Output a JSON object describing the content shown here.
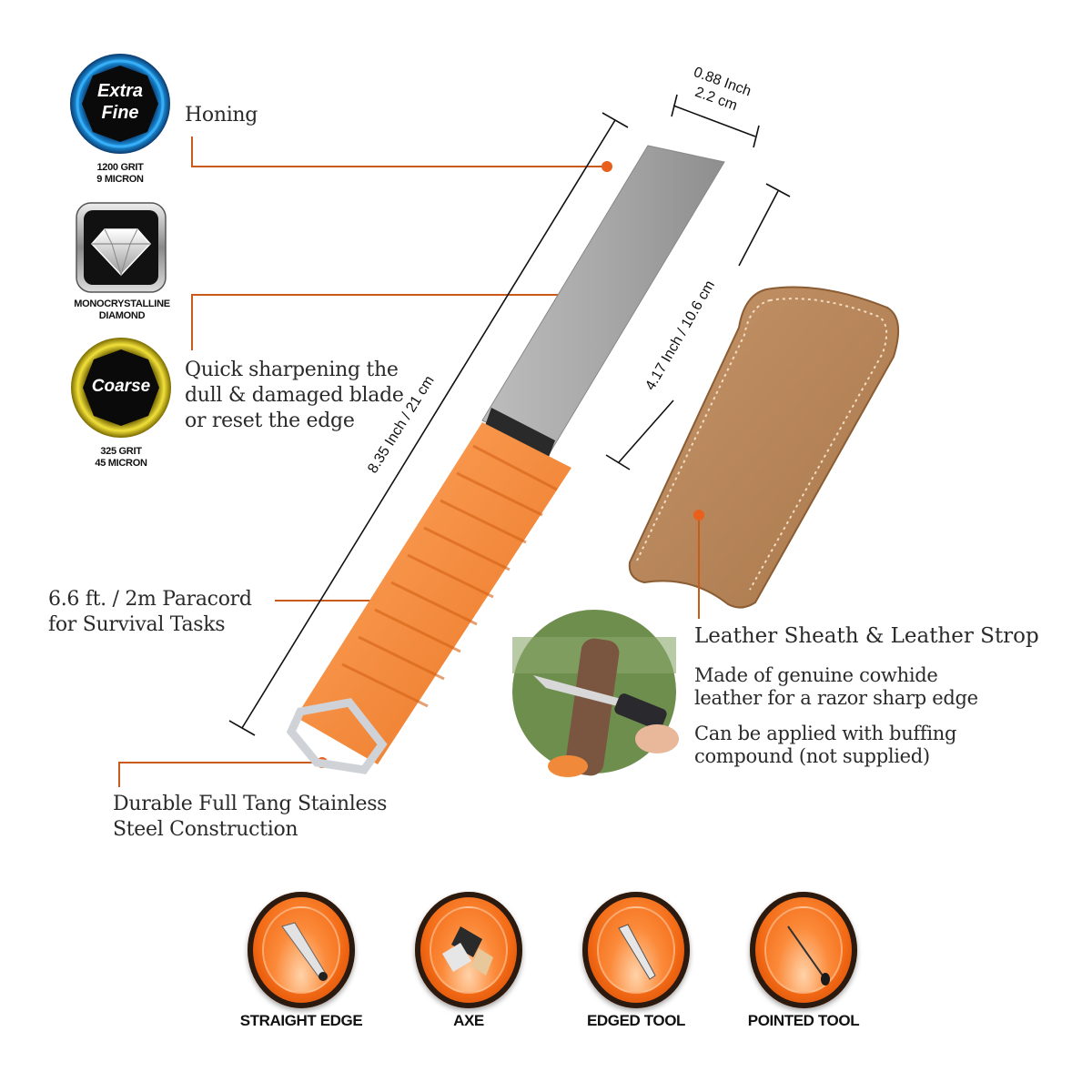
{
  "grit_badges": [
    {
      "name": "extra-fine",
      "title_line1": "Extra",
      "title_line2": "Fine",
      "caption_line1": "1200 GRIT",
      "caption_line2": "9 MICRON",
      "ring_color": "#1a8ad8"
    },
    {
      "name": "diamond",
      "caption_line1": "MONOCRYSTALLINE",
      "caption_line2": "DIAMOND"
    },
    {
      "name": "coarse",
      "title_line1": "Coarse",
      "caption_line1": "325 GRIT",
      "caption_line2": "45 MICRON",
      "ring_color": "#e6d21a"
    }
  ],
  "callouts": {
    "honing": "Honing",
    "quick_sharpening": [
      "Quick sharpening the",
      "dull & damaged blade",
      "or reset the edge"
    ],
    "paracord": [
      "6.6 ft. / 2m Paracord",
      "for Survival Tasks"
    ],
    "tang": [
      "Durable Full Tang Stainless",
      "Steel Construction"
    ],
    "leather_title": "Leather Sheath & Leather Strop",
    "leather_desc1": [
      "Made of genuine cowhide",
      "leather for a razor sharp edge"
    ],
    "leather_desc2": [
      "Can be applied with buffing",
      "compound (not supplied)"
    ]
  },
  "dimensions": {
    "width_inch": "0.88 Inch",
    "width_cm": "2.2 cm",
    "total_length": "8.35 Inch / 21 cm",
    "stone_length": "4.17 Inch / 10.6 cm"
  },
  "tools": [
    {
      "label": "STRAIGHT EDGE",
      "icon": "knife-icon"
    },
    {
      "label": "AXE",
      "icon": "axe-icon"
    },
    {
      "label": "EDGED TOOL",
      "icon": "chisel-icon"
    },
    {
      "label": "POINTED TOOL",
      "icon": "awl-icon"
    }
  ],
  "colors": {
    "accent_orange": "#e8601c",
    "leader_line": "#c95a1a",
    "leather": "#b98656",
    "paracord": "#f5893a",
    "stone_gray": "#a9a9a9"
  }
}
